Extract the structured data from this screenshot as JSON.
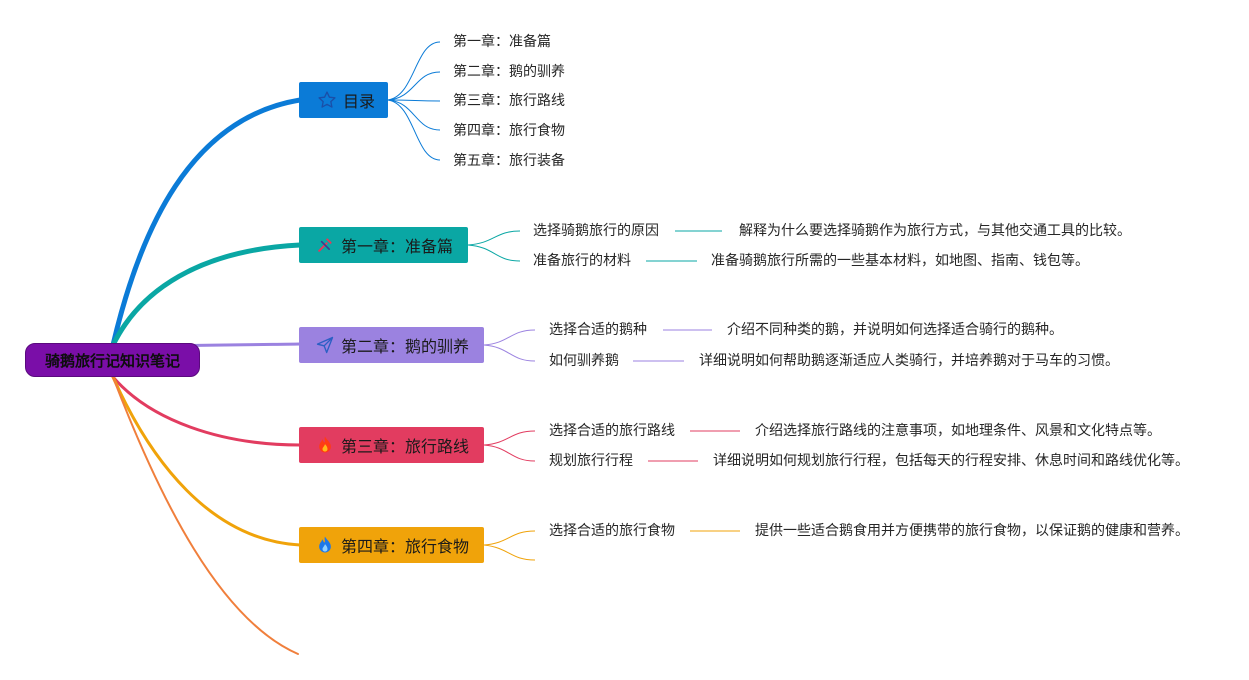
{
  "root": {
    "label": "骑鹅旅行记知识笔记"
  },
  "colors": {
    "root": "#7a0ea8",
    "toc": "#0b7bd7",
    "ch1": "#0aa7a4",
    "ch2": "#9b82e0",
    "ch3": "#e23c60",
    "ch4": "#f0a30a",
    "extra": "#f07f3c"
  },
  "toc": {
    "label": "目录",
    "icon": "star-icon",
    "items": [
      "第一章：准备篇",
      "第二章：鹅的驯养",
      "第三章：旅行路线",
      "第四章：旅行食物",
      "第五章：旅行装备"
    ]
  },
  "chapters": [
    {
      "label": "第一章：准备篇",
      "icon": "tools-icon",
      "subs": [
        {
          "label": "选择骑鹅旅行的原因",
          "detail": "解释为什么要选择骑鹅作为旅行方式，与其他交通工具的比较。"
        },
        {
          "label": "准备旅行的材料",
          "detail": "准备骑鹅旅行所需的一些基本材料，如地图、指南、钱包等。"
        }
      ]
    },
    {
      "label": "第二章：鹅的驯养",
      "icon": "paper-plane-icon",
      "subs": [
        {
          "label": "选择合适的鹅种",
          "detail": "介绍不同种类的鹅，并说明如何选择适合骑行的鹅种。"
        },
        {
          "label": "如何驯养鹅",
          "detail": "详细说明如何帮助鹅逐渐适应人类骑行，并培养鹅对于马车的习惯。"
        }
      ]
    },
    {
      "label": "第三章：旅行路线",
      "icon": "fire-icon",
      "subs": [
        {
          "label": "选择合适的旅行路线",
          "detail": "介绍选择旅行路线的注意事项，如地理条件、风景和文化特点等。"
        },
        {
          "label": "规划旅行行程",
          "detail": "详细说明如何规划旅行行程，包括每天的行程安排、休息时间和路线优化等。"
        }
      ]
    },
    {
      "label": "第四章：旅行食物",
      "icon": "flame-icon",
      "subs": [
        {
          "label": "选择合适的旅行食物",
          "detail": "提供一些适合鹅食用并方便携带的旅行食物，以保证鹅的健康和营养。"
        },
        {
          "label": "",
          "detail": ""
        }
      ]
    }
  ]
}
